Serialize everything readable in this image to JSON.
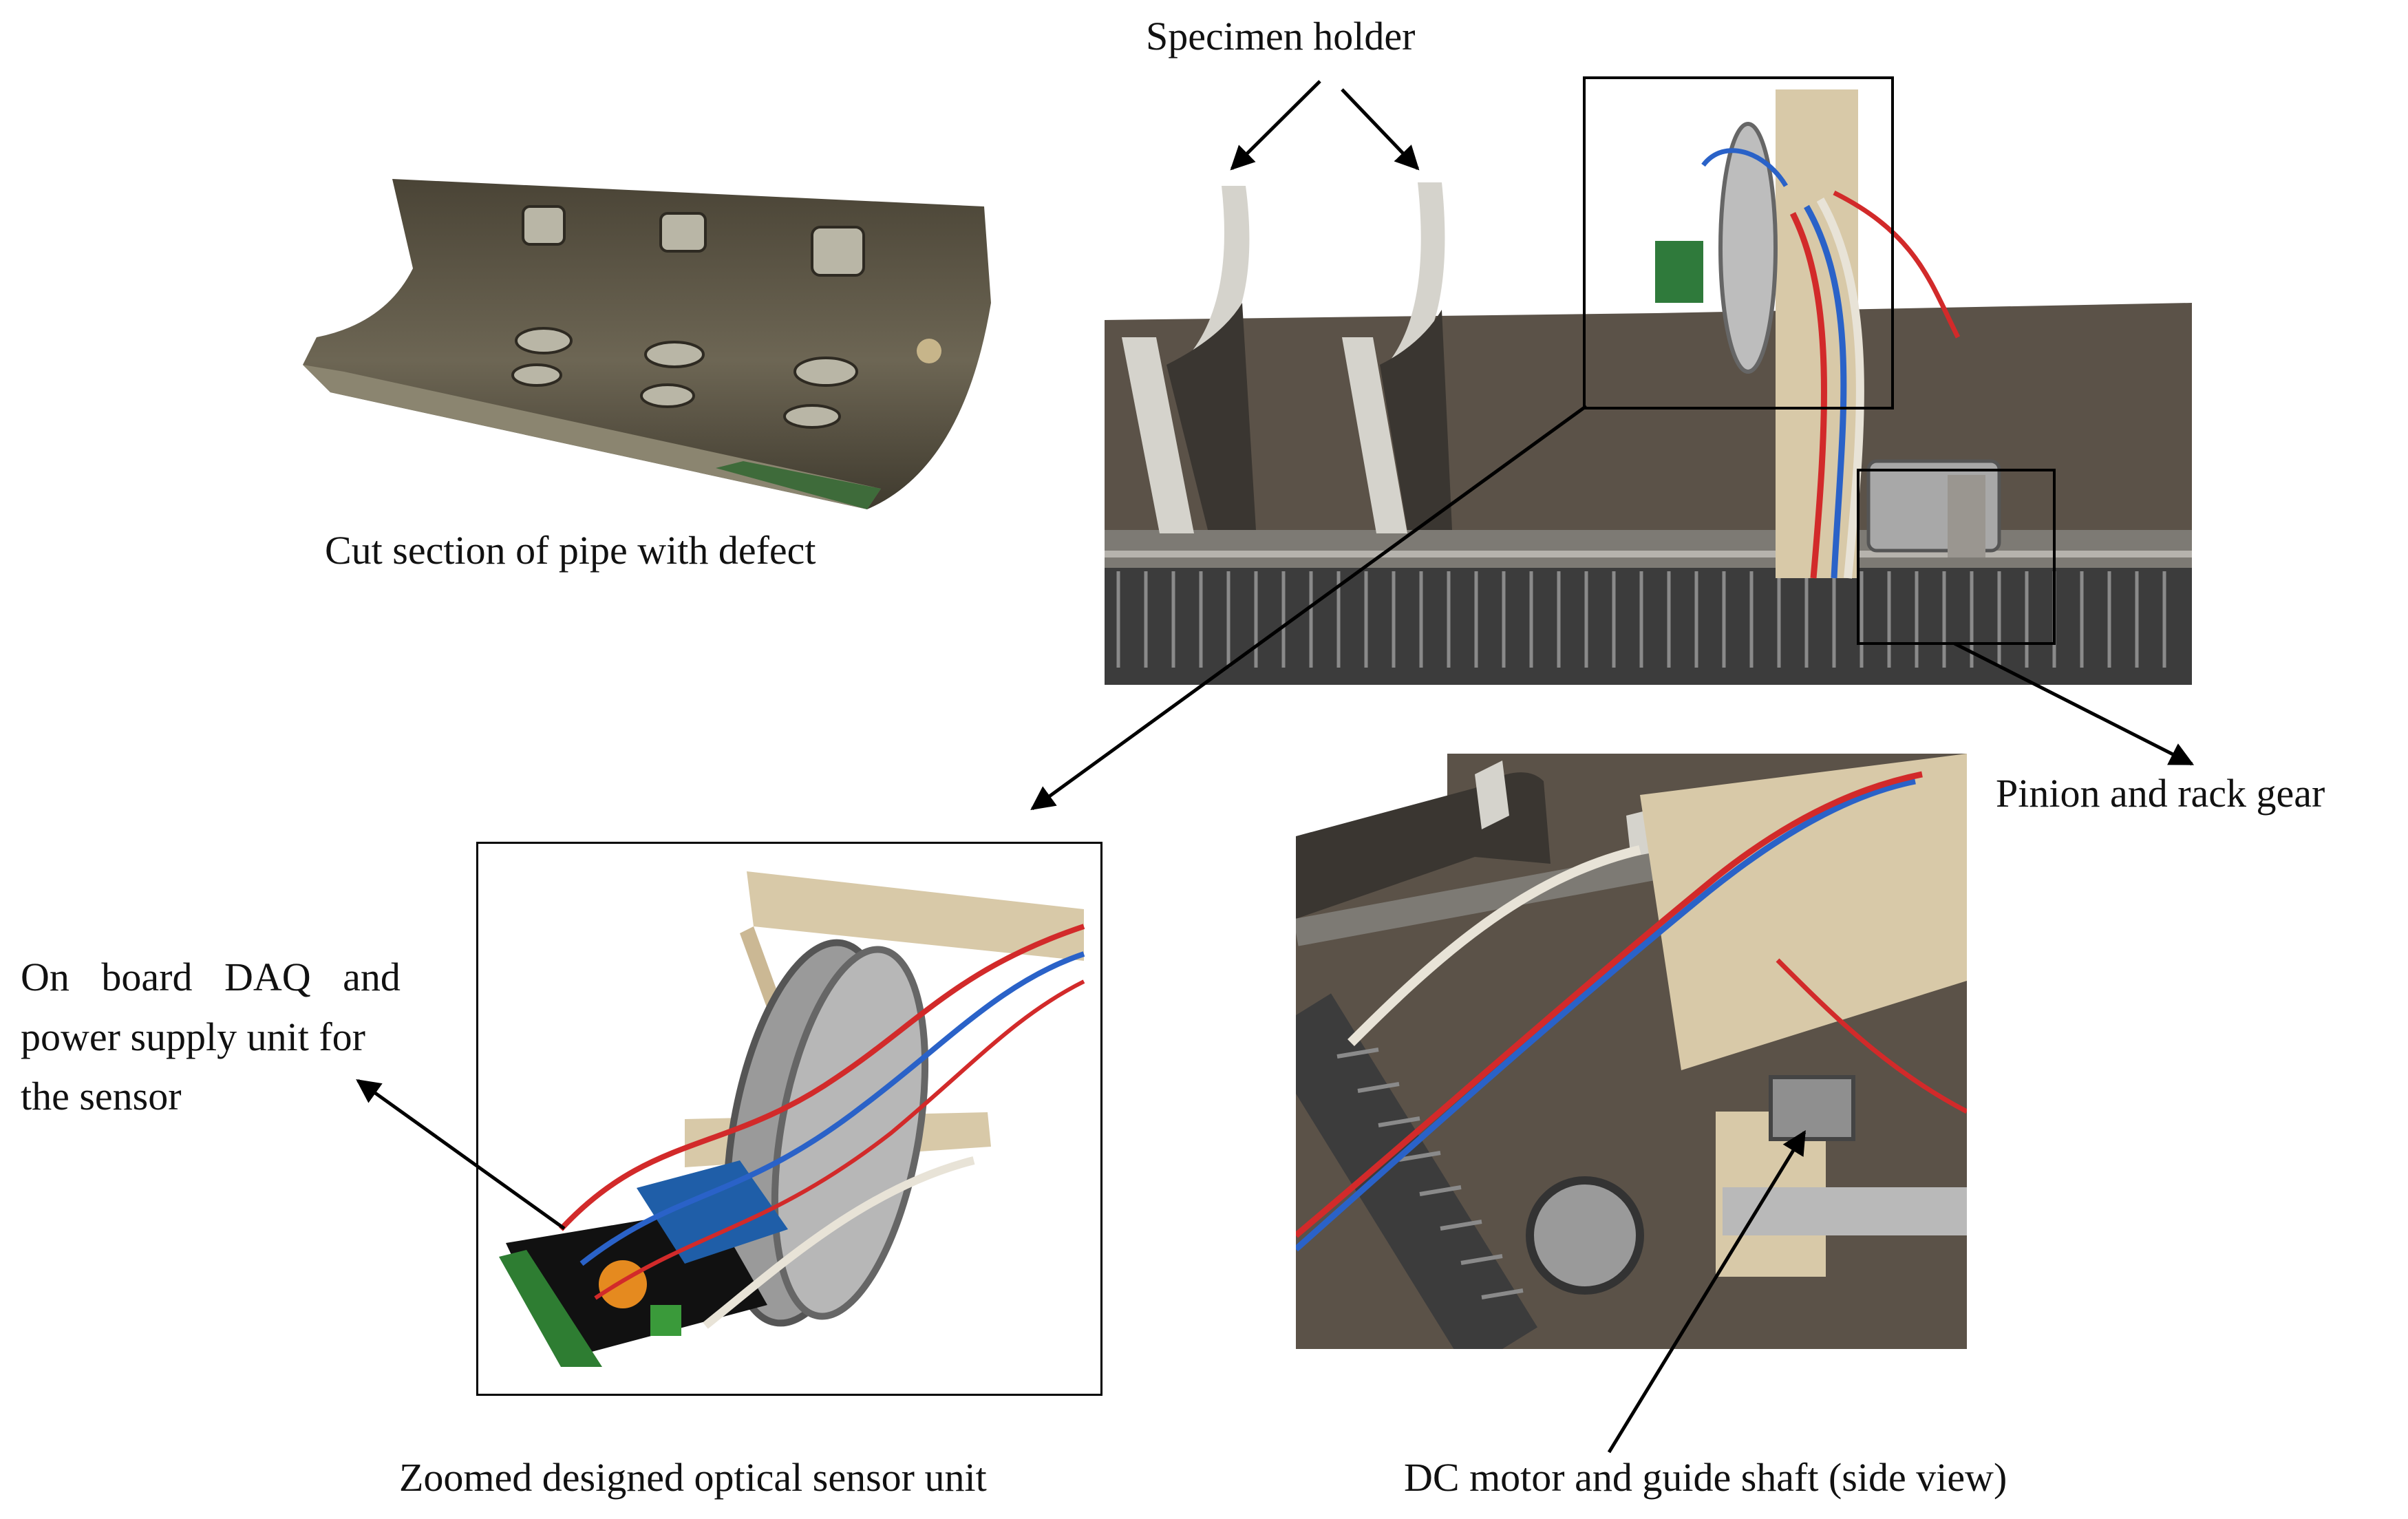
{
  "labels": {
    "specimen_holder": "Specimen holder",
    "cut_section": "Cut section of pipe with defect",
    "pinion_rack": "Pinion and rack gear",
    "daq_line1": "On board DAQ and",
    "daq_line2": "power supply unit for",
    "daq_line3": "the sensor",
    "zoomed_sensor": "Zoomed designed optical sensor unit",
    "dc_motor": "DC motor and guide shaft (side view)"
  },
  "photos": [
    {
      "name": "pipe-photo",
      "subject": "cut section of pipe with defects"
    },
    {
      "name": "rig-photo",
      "subject": "test rig with specimen holders and gear"
    },
    {
      "name": "sensor-photo",
      "subject": "optical sensor unit close-up"
    },
    {
      "name": "motor-photo",
      "subject": "DC motor and guide shaft side view"
    }
  ],
  "colors": {
    "steel": "#5b5248",
    "rack": "#4a4a4a",
    "wood": "#d8c9a8",
    "bracket": "#d5d3cc",
    "wire_red": "#d22a2a",
    "wire_blue": "#2a62c8",
    "arrow": "#000000"
  }
}
